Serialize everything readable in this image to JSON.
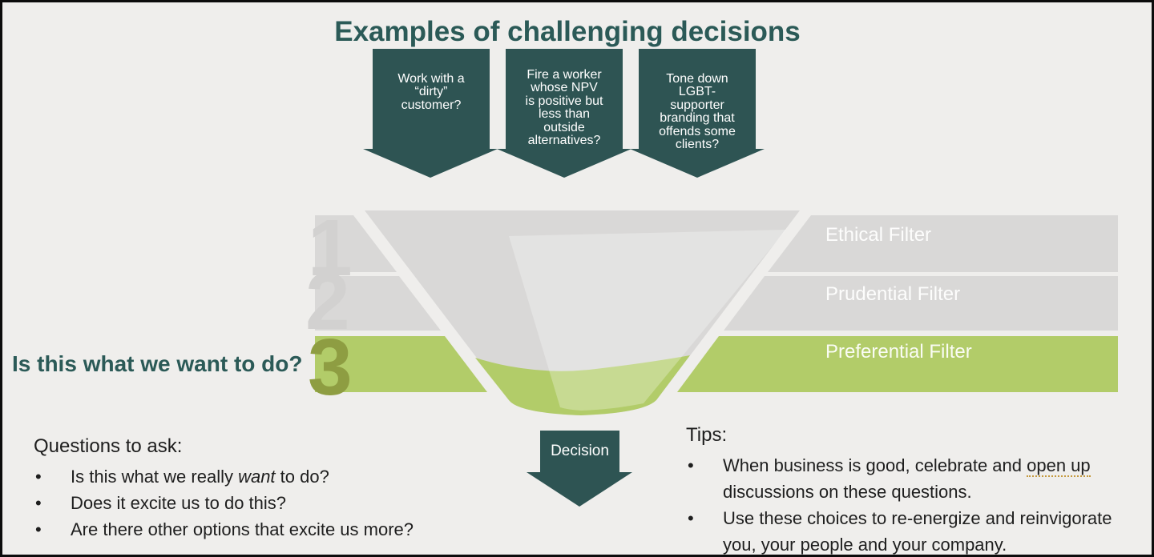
{
  "slide": {
    "title": "Examples of challenging decisions",
    "colors": {
      "teal": "#2e5453",
      "title_teal": "#2b5a57",
      "bar_gray": "#d9d8d7",
      "bar_green": "#b2cc69",
      "number_olive": "#8e9d42",
      "number_gray": "#d2d1d0"
    },
    "top_arrows": [
      {
        "text": "Work with a\n“dirty”\ncustomer?"
      },
      {
        "text": "Fire a worker\nwhose NPV\nis positive but\nless than\noutside\nalternatives?"
      },
      {
        "text": "Tone down\nLGBT-\nsupporter\nbranding that\noffends some\nclients?"
      }
    ],
    "funnel": {
      "steps": [
        {
          "number": "1",
          "label": "Ethical Filter"
        },
        {
          "number": "2",
          "label": "Prudential Filter"
        },
        {
          "number": "3",
          "label": "Preferential Filter"
        }
      ],
      "side_question": "Is this what we want to do?",
      "decision_label": "Decision"
    },
    "questions": {
      "header": "Questions to ask:",
      "items": [
        {
          "pre": "Is this what we really ",
          "italic": "want",
          "post": " to do?"
        },
        {
          "pre": "Does it excite us to do this?",
          "italic": "",
          "post": ""
        },
        {
          "pre": "Are there other options that excite us more?",
          "italic": "",
          "post": ""
        }
      ]
    },
    "tips": {
      "header": "Tips:",
      "items": [
        {
          "pre": "When business is good, celebrate and ",
          "underline": "open up",
          "post": " discussions on these questions."
        },
        {
          "pre": "Use these choices to re-energize and reinvigorate you, your people and your company.",
          "underline": "",
          "post": ""
        }
      ]
    }
  }
}
